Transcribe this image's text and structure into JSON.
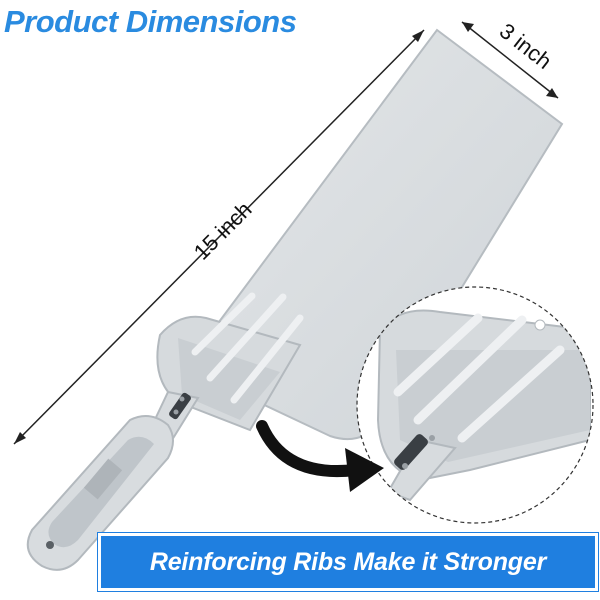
{
  "title": "Product Dimensions",
  "dimensions": {
    "length_label": "15 inch",
    "width_label": "3 inch"
  },
  "banner": {
    "text": "Reinforcing Ribs Make it Stronger"
  },
  "colors": {
    "title": "#2a8be0",
    "banner_bg": "#1f7fe0",
    "banner_text": "#ffffff",
    "tool_body": "#d9dde0",
    "tool_edge": "#b6bcc1"
  }
}
